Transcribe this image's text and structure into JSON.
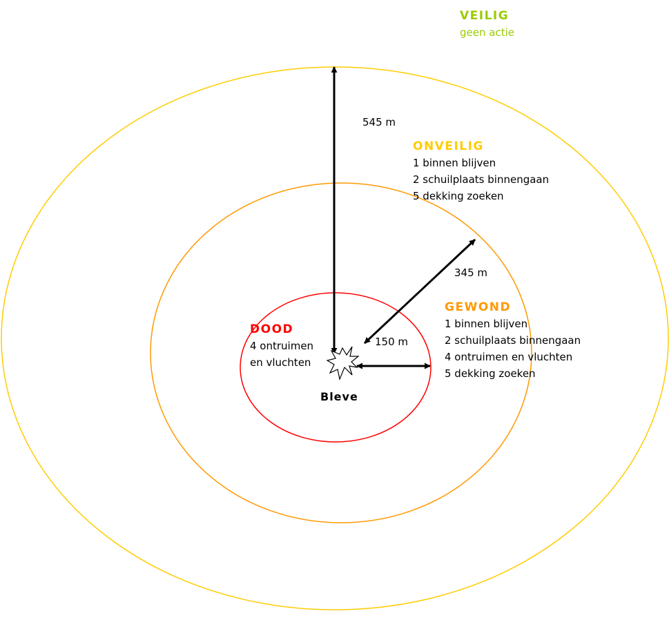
{
  "colors": {
    "veilig": "#99cc00",
    "onveilig": "#ffcc00",
    "gewond": "#ff9900",
    "dood": "#ff0000",
    "arrows": "#000000"
  },
  "zones": {
    "veilig": {
      "title": "VEILIG",
      "lines": [
        "geen actie"
      ]
    },
    "onveilig": {
      "title": "ONVEILIG",
      "lines": [
        "1 binnen blijven",
        "2 schuilplaats binnengaan",
        "5 dekking zoeken"
      ]
    },
    "gewond": {
      "title": "GEWOND",
      "lines": [
        "1 binnen blijven",
        "2 schuilplaats binnengaan",
        "4 ontruimen en vluchten",
        "5 dekking zoeken"
      ]
    },
    "dood": {
      "title": "DOOD",
      "lines": [
        "4 ontruimen",
        "en vluchten"
      ]
    }
  },
  "center": {
    "label": "Bleve",
    "icon": "explosion-icon"
  },
  "distances": {
    "outer": "545 m",
    "middle": "345 m",
    "inner": "150 m"
  }
}
